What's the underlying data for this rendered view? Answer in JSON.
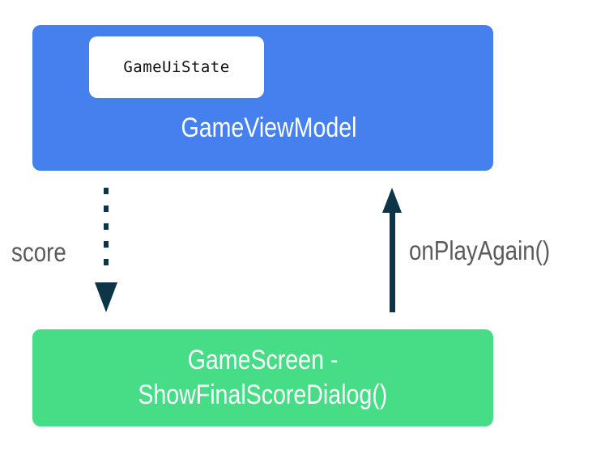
{
  "viewmodel": {
    "title": "GameViewModel",
    "state": "GameUiState"
  },
  "screen": {
    "line1": "GameScreen -",
    "line2": "ShowFinalScoreDialog()"
  },
  "edges": {
    "down_label": "score",
    "up_label": "onPlayAgain()"
  },
  "colors": {
    "viewmodel": "#4680ef",
    "screen": "#46dd86",
    "arrow": "#0d3447",
    "label": "#5b5b5b"
  }
}
